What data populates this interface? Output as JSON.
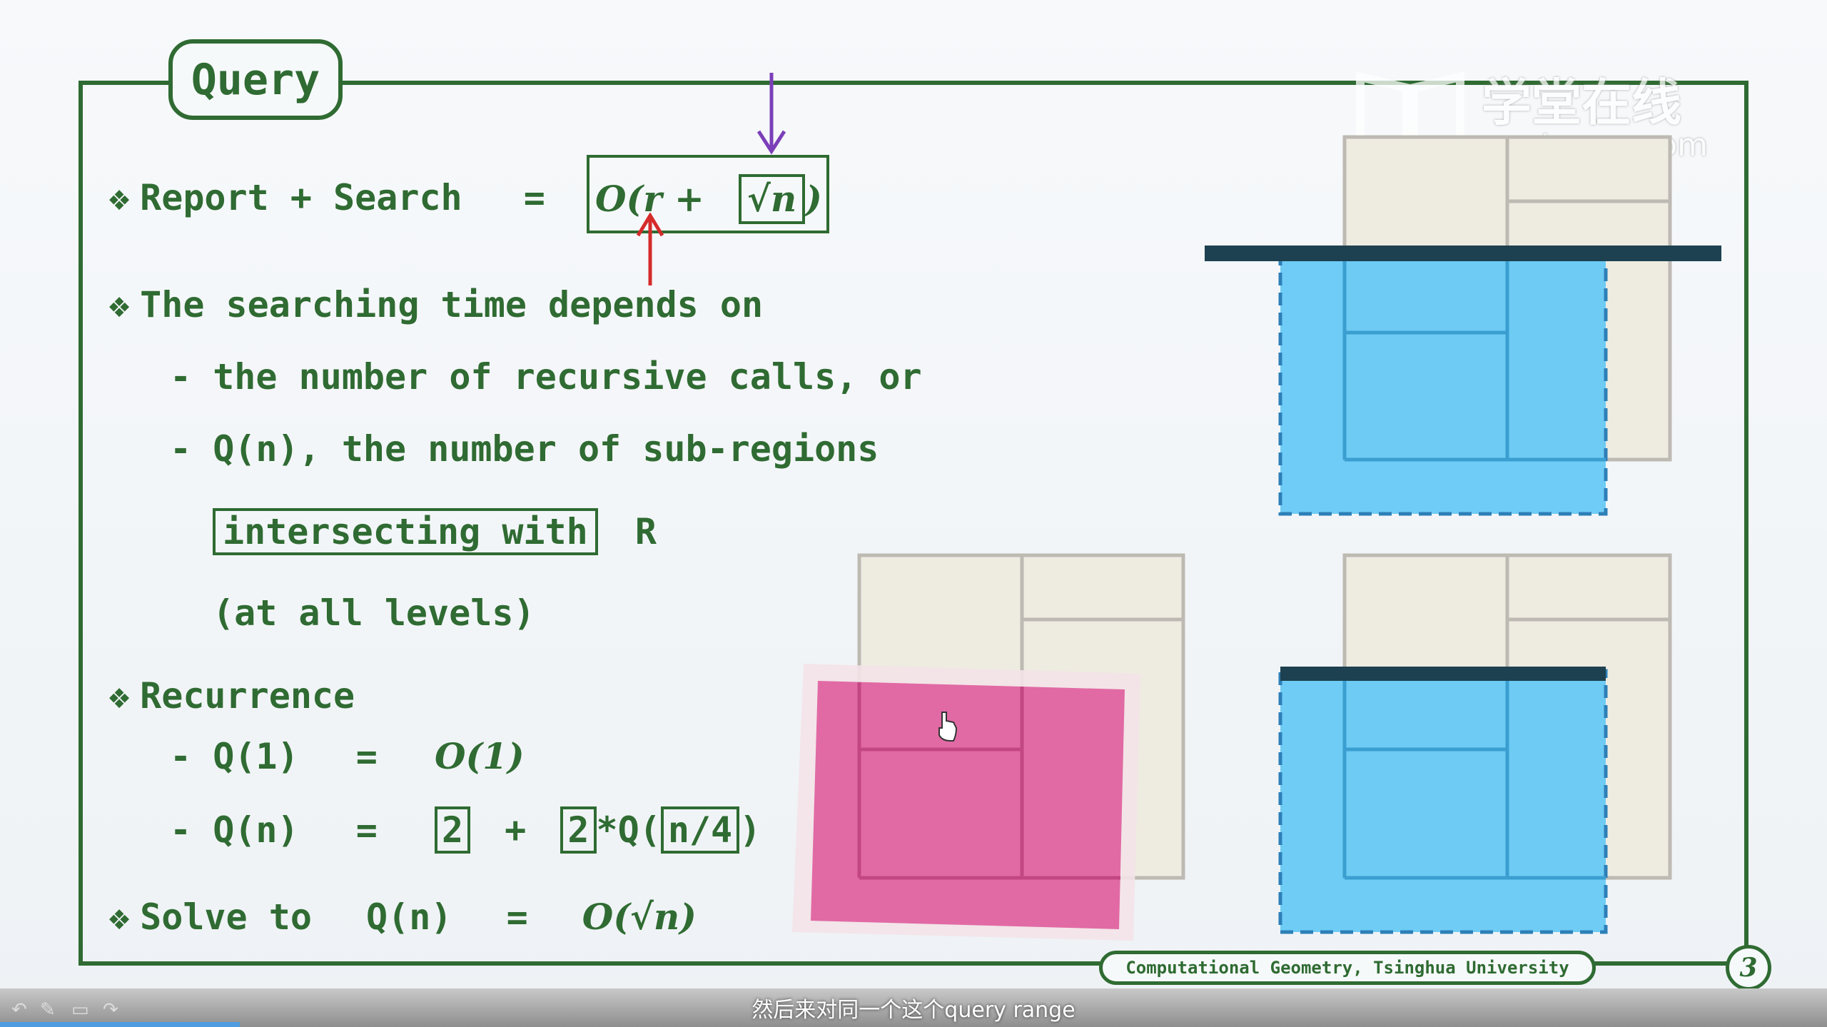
{
  "slide": {
    "title": "Query",
    "line1": {
      "label": "Report + Search",
      "equals": "=",
      "expr_open": "O(r +",
      "sqrt": "√n",
      "expr_close": ")"
    },
    "line2": "The searching time depends on",
    "line3": "- the number of recursive calls, or",
    "line4": "- Q(n), the number of sub-regions",
    "line5": {
      "boxed": "intersecting with",
      "tail": "R"
    },
    "line6": "(at all levels)",
    "line7": "Recurrence",
    "line8": {
      "lhs": "- Q(1)",
      "eq": "=",
      "rhs": "O(1)"
    },
    "line9": {
      "lhs": "- Q(n)",
      "eq": "=",
      "box1": "2",
      "plus": "+",
      "box2": "2",
      "mid": "*Q(",
      "box3": "n/4",
      "close": ")"
    },
    "line10": {
      "lhs": "Solve to",
      "q": "Q(n)",
      "eq": "=",
      "rhs": "O(√n)"
    },
    "footer": "Computational Geometry, Tsinghua University",
    "page_number": "3"
  },
  "watermark": {
    "cn": "学堂在线",
    "en": "xuetangx.com"
  },
  "player": {
    "subtitle": "然后来对同一个这个query range"
  },
  "colors": {
    "green": "#2f6b32",
    "blue": "#5cc6f5",
    "pink": "#e0609e",
    "beige": "#eeebe1",
    "navy": "#1d4150"
  }
}
